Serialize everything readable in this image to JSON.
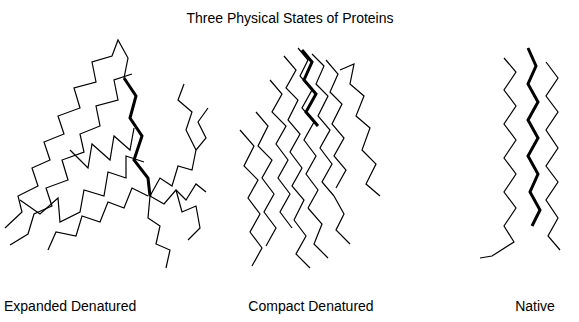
{
  "diagram": {
    "title": "Three Physical States of Proteins",
    "labels": [
      "Expanded Denatured",
      "Compact Denatured",
      "Native"
    ]
  }
}
